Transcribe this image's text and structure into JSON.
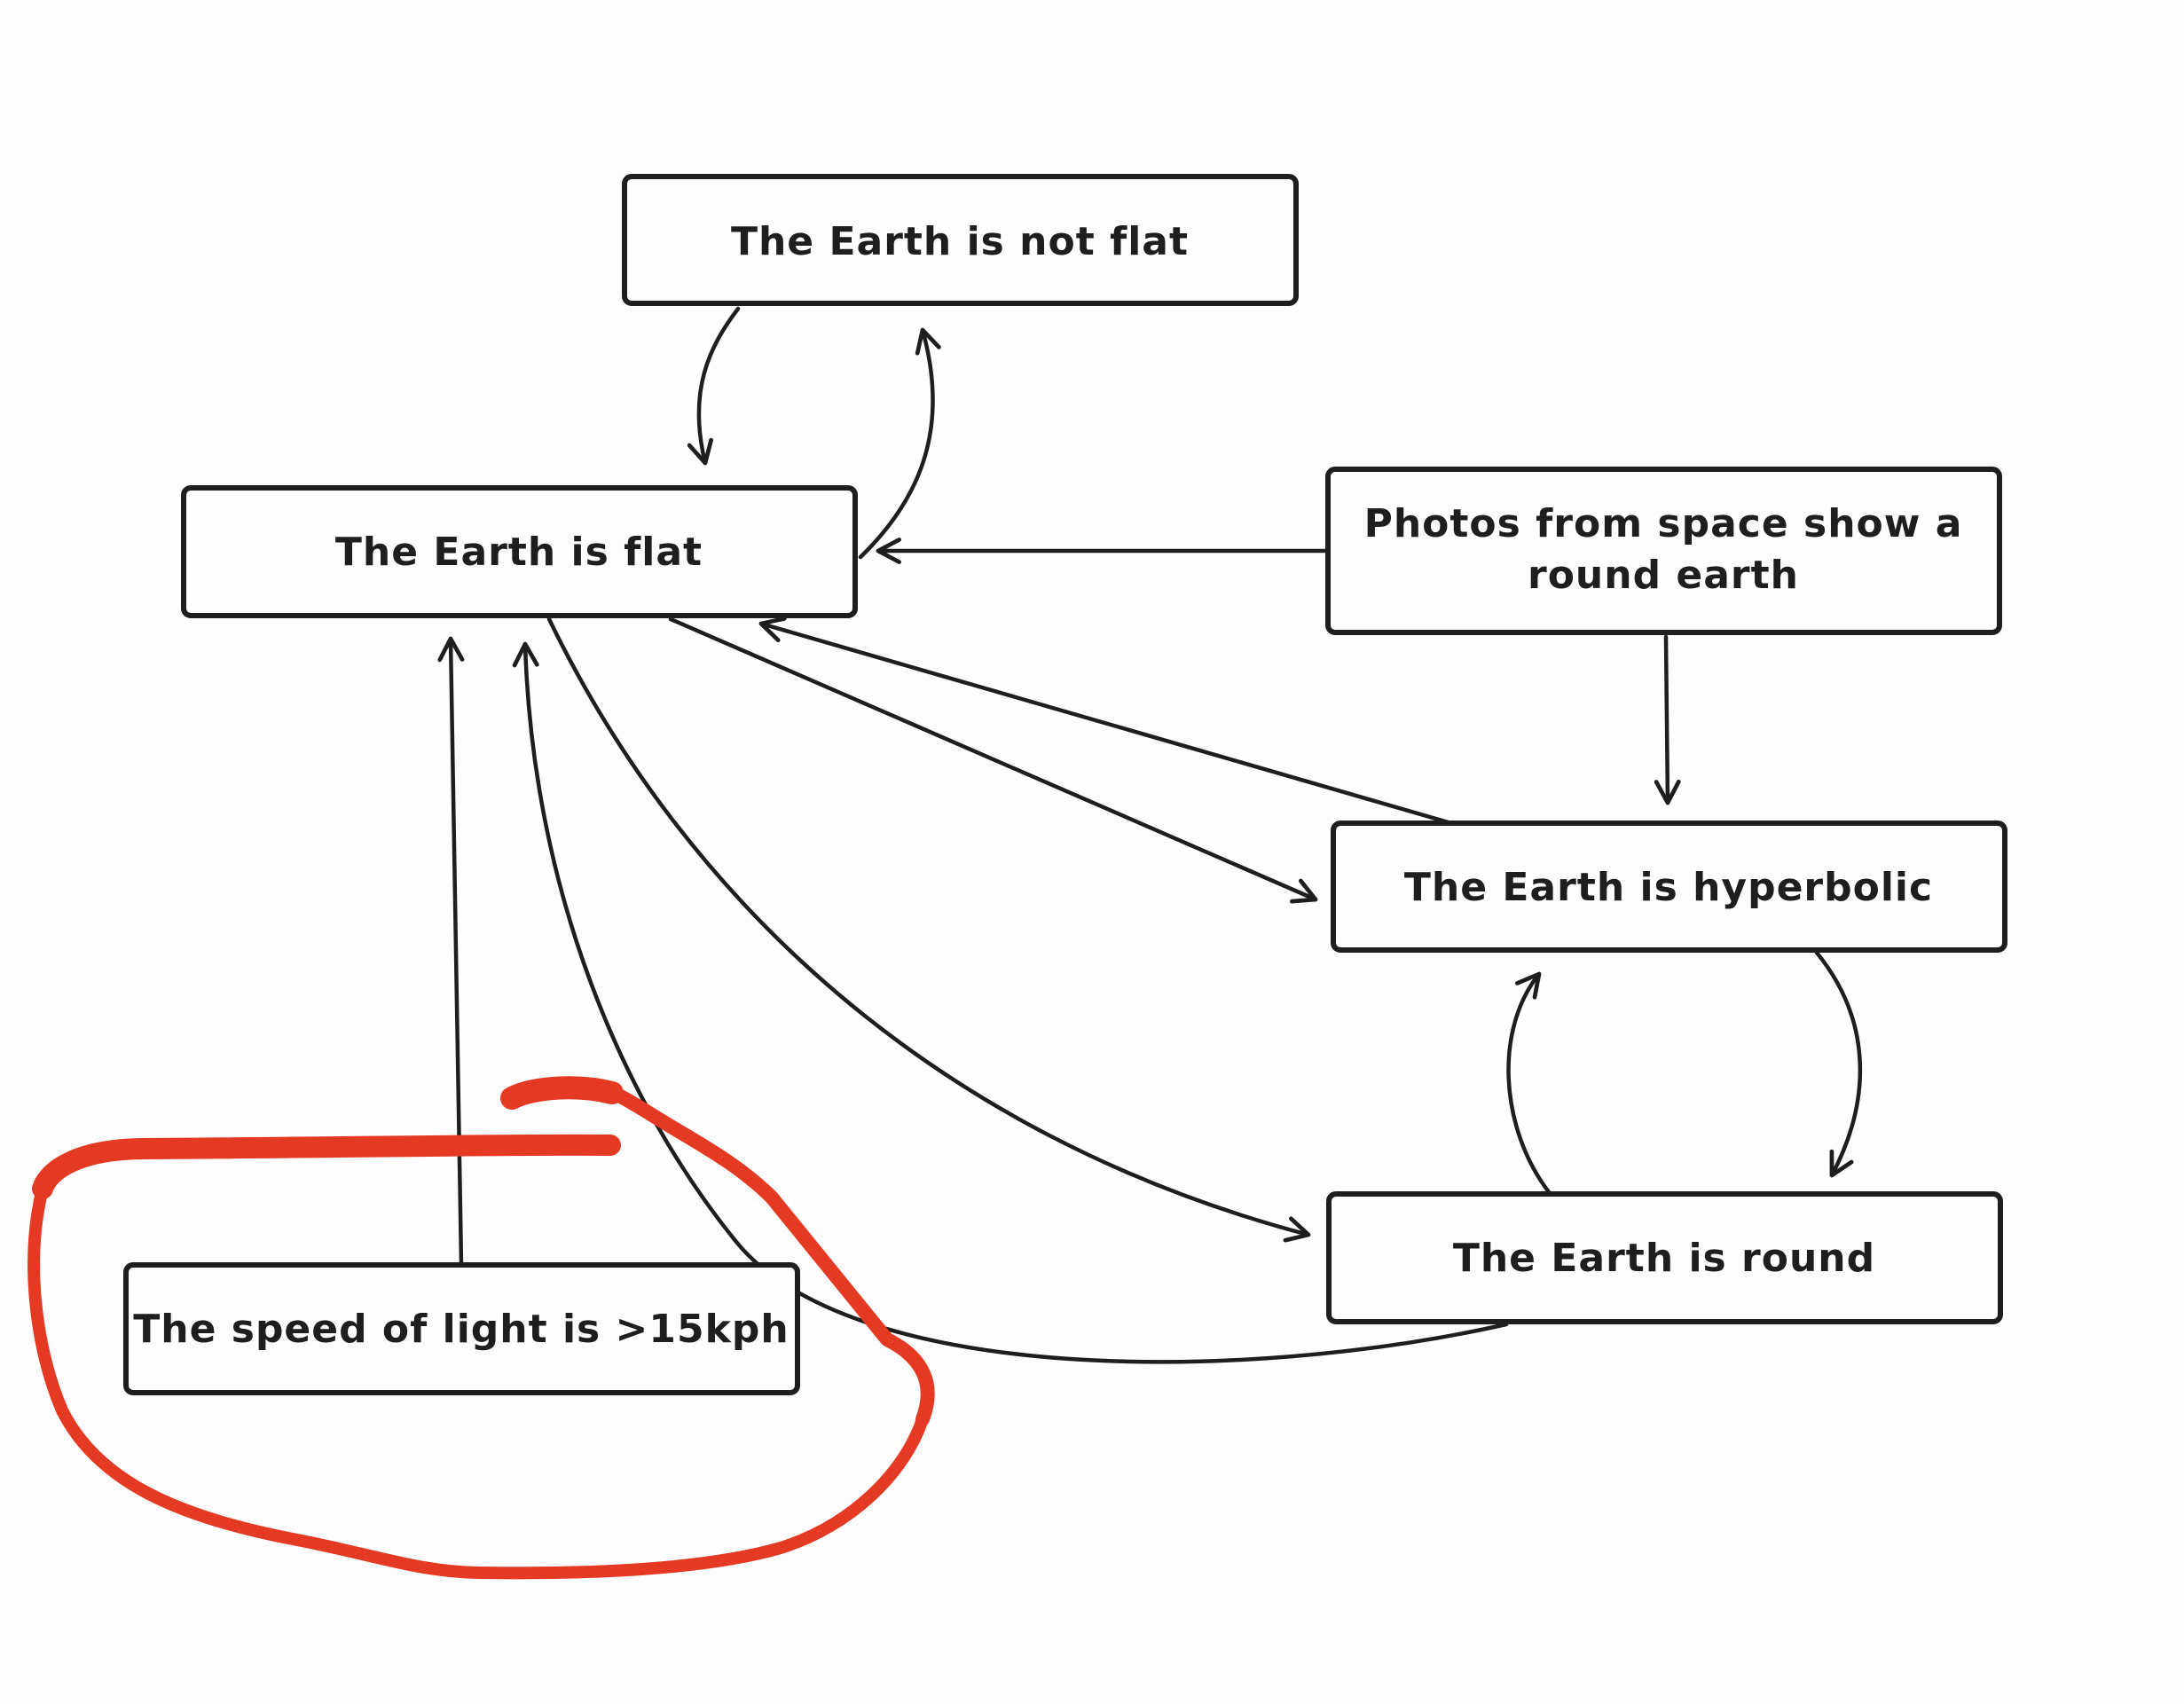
{
  "diagram": {
    "nodes": {
      "not_flat": "The Earth is not flat",
      "flat": "The Earth is flat",
      "photos_line1": "Photos from space show a",
      "photos_line2": "round earth",
      "hyperbolic": "The Earth is hyperbolic",
      "round": "The Earth is round",
      "speed_of_light": "The speed of light is >15kph"
    },
    "colors": {
      "stroke": "#1e1e1e",
      "highlight": "#e43a24",
      "background": "#fdfdfd"
    }
  }
}
